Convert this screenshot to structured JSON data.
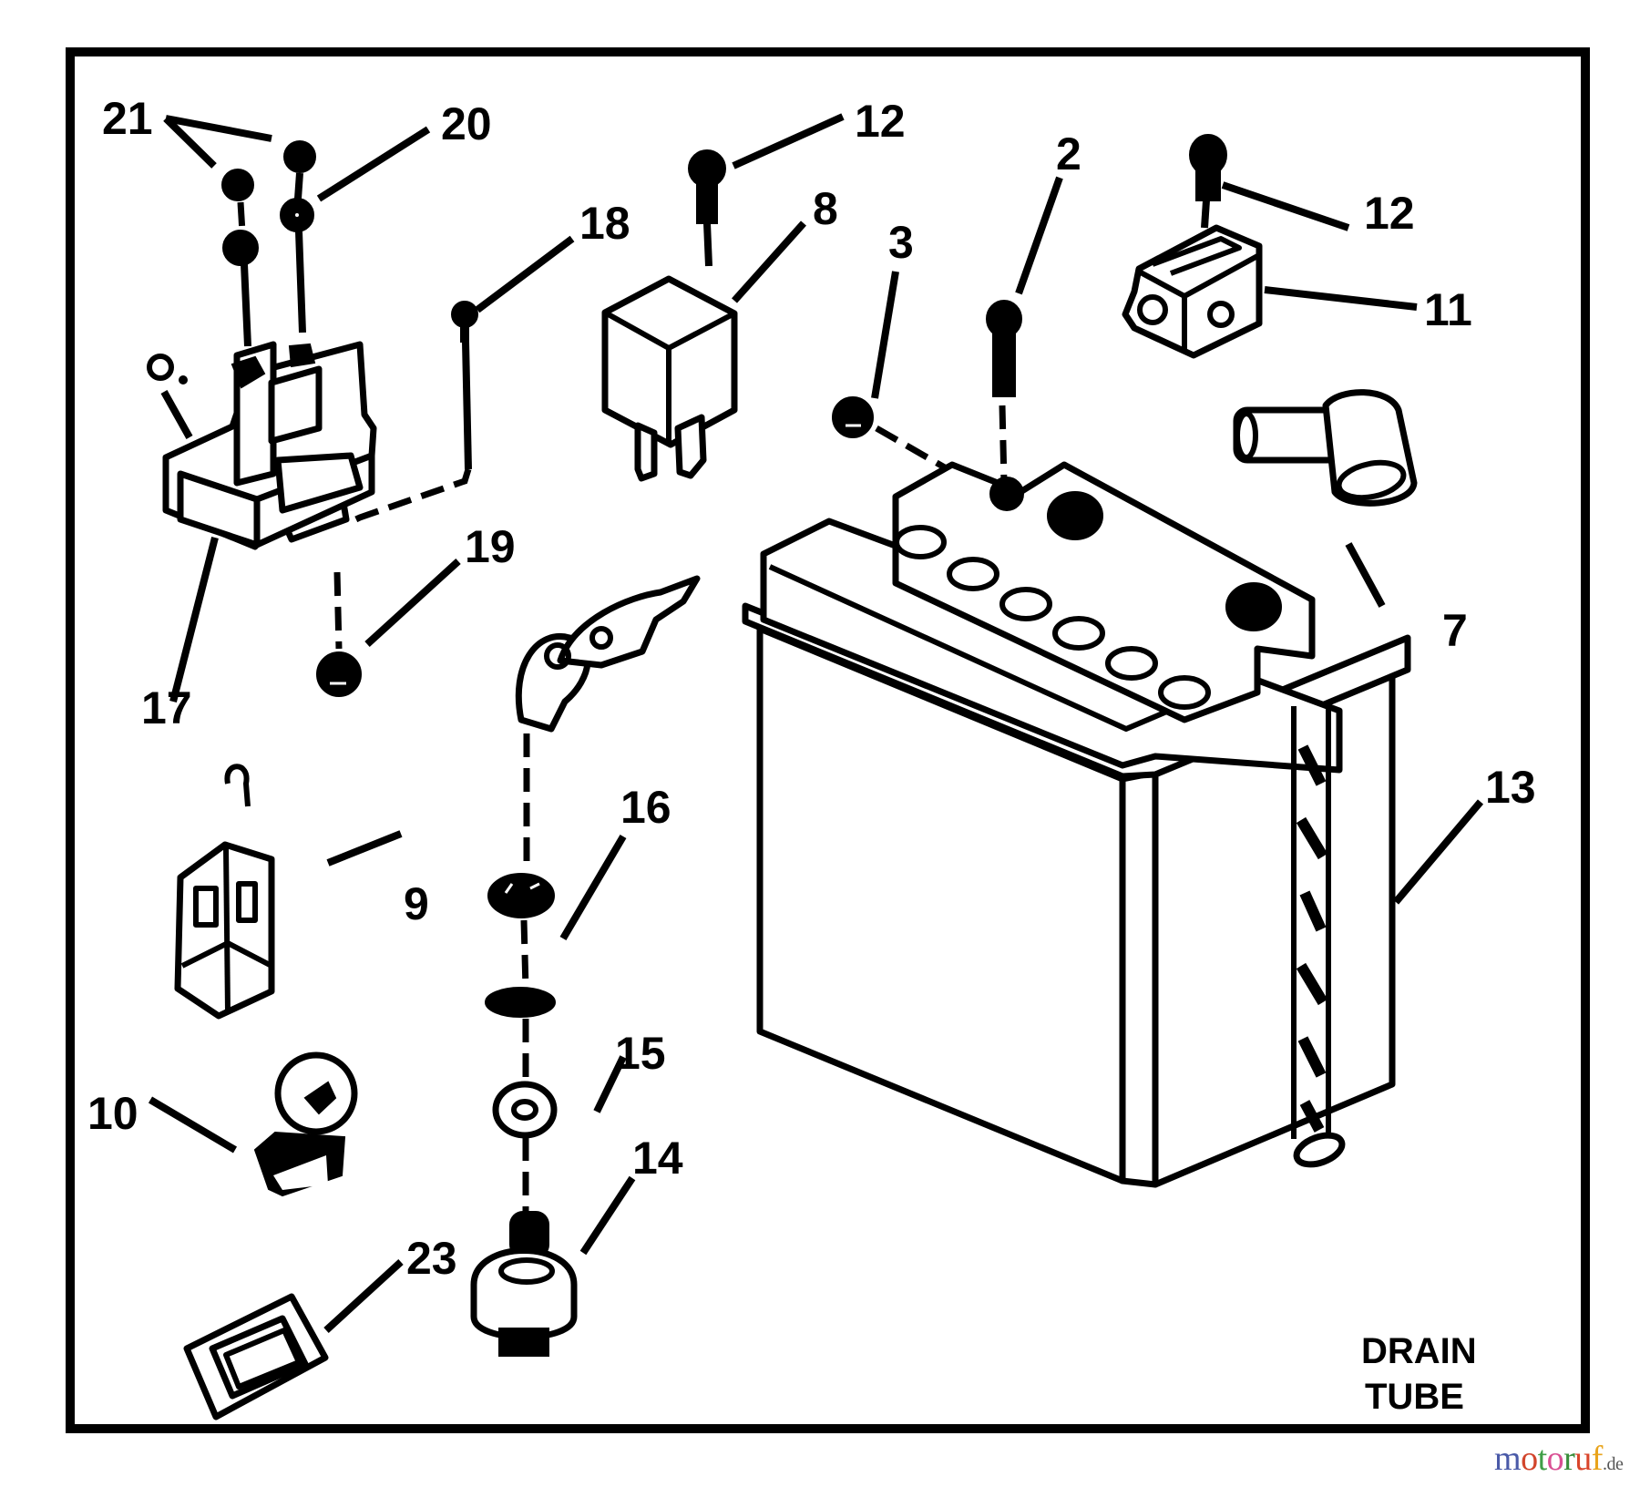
{
  "diagram": {
    "title": "Battery and electrical parts exploded view",
    "callouts": [
      {
        "id": "21",
        "part": "nut (pair)"
      },
      {
        "id": "20",
        "part": "lock washer"
      },
      {
        "id": "18",
        "part": "screw"
      },
      {
        "id": "17",
        "part": "solenoid"
      },
      {
        "id": "19",
        "part": "nut"
      },
      {
        "id": "12a",
        "label": "12",
        "part": "screw"
      },
      {
        "id": "8",
        "part": "relay"
      },
      {
        "id": "3",
        "part": "nut"
      },
      {
        "id": "2",
        "part": "bolt"
      },
      {
        "id": "12b",
        "label": "12",
        "part": "screw"
      },
      {
        "id": "11",
        "part": "terminal block"
      },
      {
        "id": "7",
        "part": "elbow / vent fitting"
      },
      {
        "id": "13",
        "part": "battery"
      },
      {
        "id": "9",
        "part": "connector / fuse holder"
      },
      {
        "id": "16",
        "part": "nut"
      },
      {
        "id": "15",
        "part": "lock washer"
      },
      {
        "id": "14",
        "part": "ignition switch"
      },
      {
        "id": "10",
        "part": "switch"
      },
      {
        "id": "23",
        "part": "bezel"
      },
      {
        "id": "key",
        "part": "ignition keys"
      }
    ],
    "labels": {
      "l21": "21",
      "l20": "20",
      "l18": "18",
      "l17": "17",
      "l19": "19",
      "l12a": "12",
      "l8": "8",
      "l3": "3",
      "l2": "2",
      "l12b": "12",
      "l11": "11",
      "l7": "7",
      "l13": "13",
      "l9": "9",
      "l16": "16",
      "l15": "15",
      "l14": "14",
      "l10": "10",
      "l23": "23"
    },
    "annotation": {
      "line1": "DRAIN",
      "line2": "TUBE"
    }
  },
  "watermark": {
    "letters": [
      {
        "ch": "m",
        "color": "#4a5aa8"
      },
      {
        "ch": "o",
        "color": "#d2452c"
      },
      {
        "ch": "t",
        "color": "#3f9e47"
      },
      {
        "ch": "o",
        "color": "#d94f93"
      },
      {
        "ch": "r",
        "color": "#3a8e3b"
      },
      {
        "ch": "u",
        "color": "#d9452b"
      },
      {
        "ch": "f",
        "color": "#e9a41c"
      }
    ],
    "tld": ".de"
  }
}
